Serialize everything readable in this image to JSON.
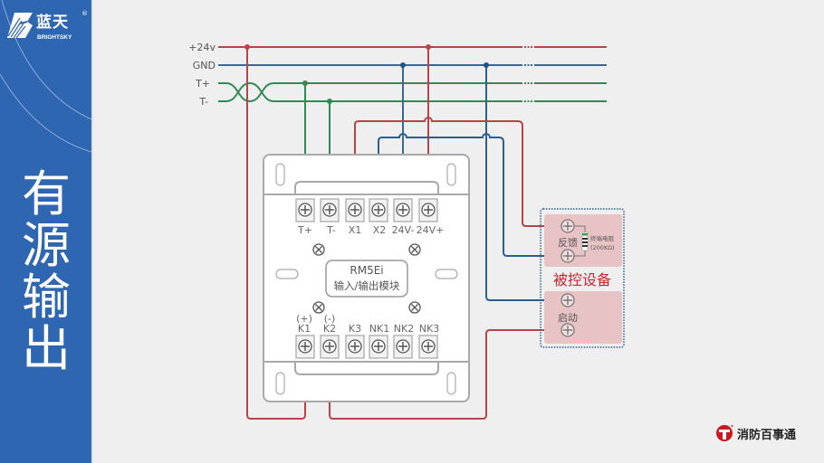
{
  "sidebar": {
    "brand_cn": "蓝天",
    "brand_en": "BRIGHTSKY",
    "brand_reg": "®",
    "title": "有源输出",
    "color": "#2e66b2"
  },
  "colors": {
    "power": "#b8444b",
    "ground": "#3b6893",
    "signal": "#2f8a56",
    "feedback_blue": "#2a5f91"
  },
  "bus": {
    "lines": [
      {
        "label": "+24v"
      },
      {
        "label": "GND"
      },
      {
        "label": "T+"
      },
      {
        "label": "T-"
      }
    ]
  },
  "module": {
    "model": "RM5Ei",
    "description": "输入/输出模块",
    "top_terminals": [
      "T+",
      "T-",
      "X1",
      "X2",
      "24V-",
      "24V+"
    ],
    "bottom_terminals": [
      "K1",
      "K2",
      "K3",
      "NK1",
      "NK2",
      "NK3"
    ],
    "polarity": [
      "(+)",
      "(-)"
    ]
  },
  "device": {
    "title": "被控设备",
    "feedback_label": "反馈",
    "start_label": "启动",
    "resistor_label": "终端电阻",
    "resistor_value": "(200KΩ)"
  },
  "footer": {
    "logo_text": "消防百事通"
  }
}
